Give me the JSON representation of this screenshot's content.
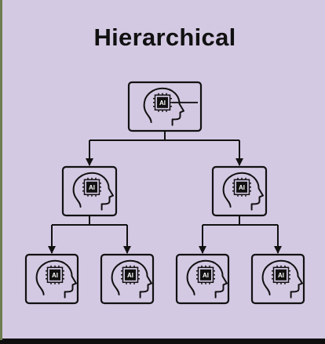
{
  "diagram": {
    "title": "Hierarchical",
    "node_label": "AI",
    "node_icon": "ai-chip-head-icon",
    "colors": {
      "background": "#d4c9e3",
      "outer_frame": "#0f0f0f",
      "left_edge": "#6e7d4f",
      "stroke": "#111111",
      "node_fill": "#d4c9e3",
      "chip_fill": "#111111",
      "chip_text": "#ffffff"
    },
    "tree": {
      "id": "root",
      "children": [
        {
          "id": "mid-left",
          "children": [
            {
              "id": "leaf-1"
            },
            {
              "id": "leaf-2"
            }
          ]
        },
        {
          "id": "mid-right",
          "children": [
            {
              "id": "leaf-3"
            },
            {
              "id": "leaf-4"
            }
          ]
        }
      ]
    }
  }
}
